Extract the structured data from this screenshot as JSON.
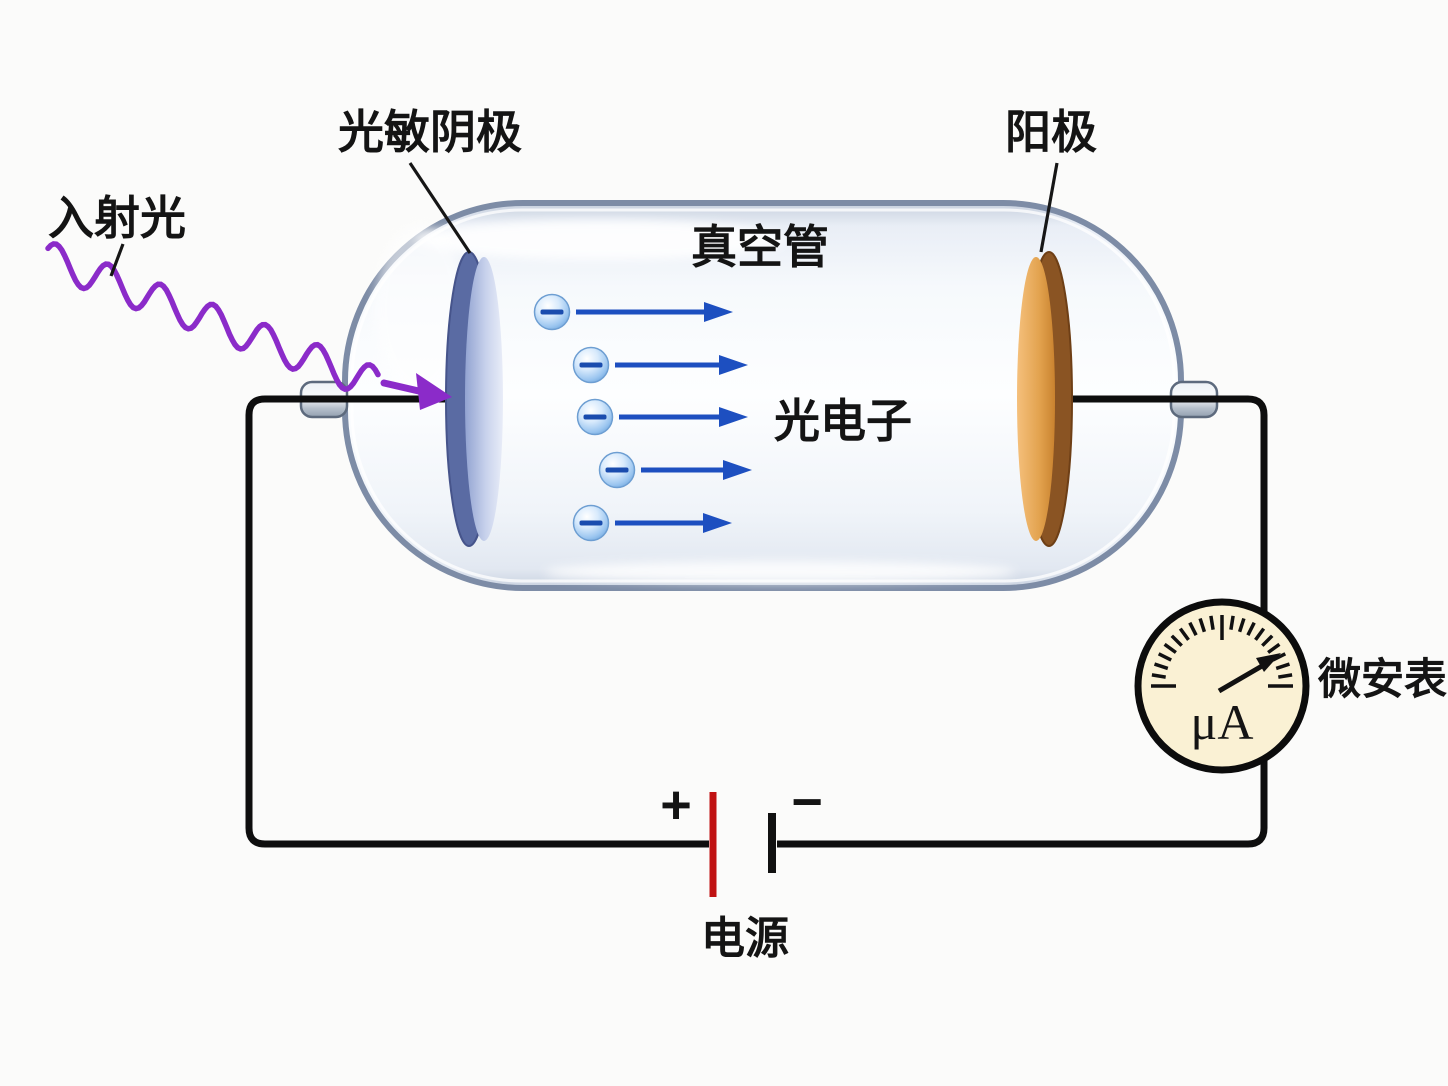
{
  "diagram": {
    "labels": {
      "incident_light": "入射光",
      "photocathode": "光敏阴极",
      "anode": "阳极",
      "vacuum_tube": "真空管",
      "photoelectrons": "光电子",
      "microammeter": "微安表",
      "power_supply": "电源"
    },
    "meter": {
      "unit": "μA"
    },
    "battery": {
      "plus": "+",
      "minus": "−"
    },
    "electron_symbol": "−",
    "electron_count": 5,
    "colors": {
      "wave": "#8b2bc9",
      "electron_arrow": "#1d4fc0",
      "wire": "#0e0e0e",
      "battery_positive": "#c01212",
      "meter_face": "#faf1d4",
      "anode_face": "#e2a24e",
      "cathode_face": "#aab8de"
    }
  }
}
